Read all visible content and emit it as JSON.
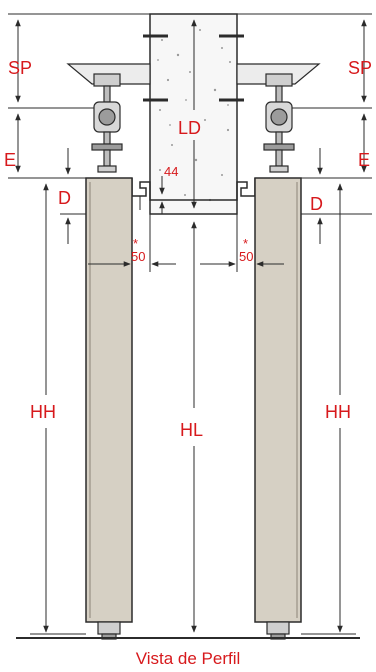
{
  "labels": {
    "sp": "SP",
    "e": "E",
    "d": "D",
    "ld": "LD",
    "dim44": "44",
    "dim50": "50",
    "star": "*",
    "hh": "HH",
    "hl": "HL"
  },
  "caption": "Vista de Perfil",
  "colors": {
    "accent": "#d7191c",
    "line": "#2b2b2b",
    "door": "#d6d0c4",
    "concrete": "#f7f7f7"
  }
}
